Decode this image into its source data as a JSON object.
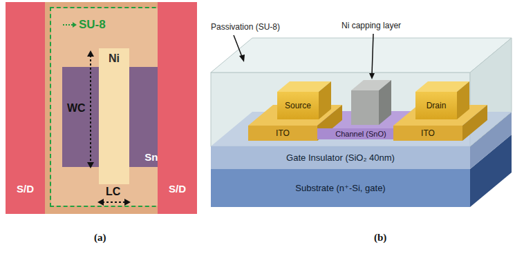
{
  "diagram": {
    "nodes": [
      {
        "text": [
          "S/D"
        ]
      },
      {
        "text": [
          "SU-8"
        ]
      },
      {
        "text": [
          "SnO"
        ],
        "in": 1
      },
      {
        "text": [
          "Ni"
        ],
        "in": 1
      },
      {
        "text": [
          "S/D"
        ]
      },
      {
        "text": [
          "Source"
        ]
      },
      {
        "text": [
          "ITO"
        ]
      },
      {
        "text": [
          "Channel (SnO)"
        ]
      },
      {
        "text": [
          "Drain"
        ]
      },
      {
        "text": [
          "ITO"
        ]
      },
      {
        "text": [
          "Gate Insulator (SiO₂ 40nm)"
        ]
      },
      {
        "text": [
          "Substrate (n⁺-Si, gate)"
        ]
      }
    ],
    "labels": [
      "WC",
      "LC",
      "Passivation (SU-8)",
      "Ni capping layer",
      "(a)",
      "(b)"
    ]
  }
}
